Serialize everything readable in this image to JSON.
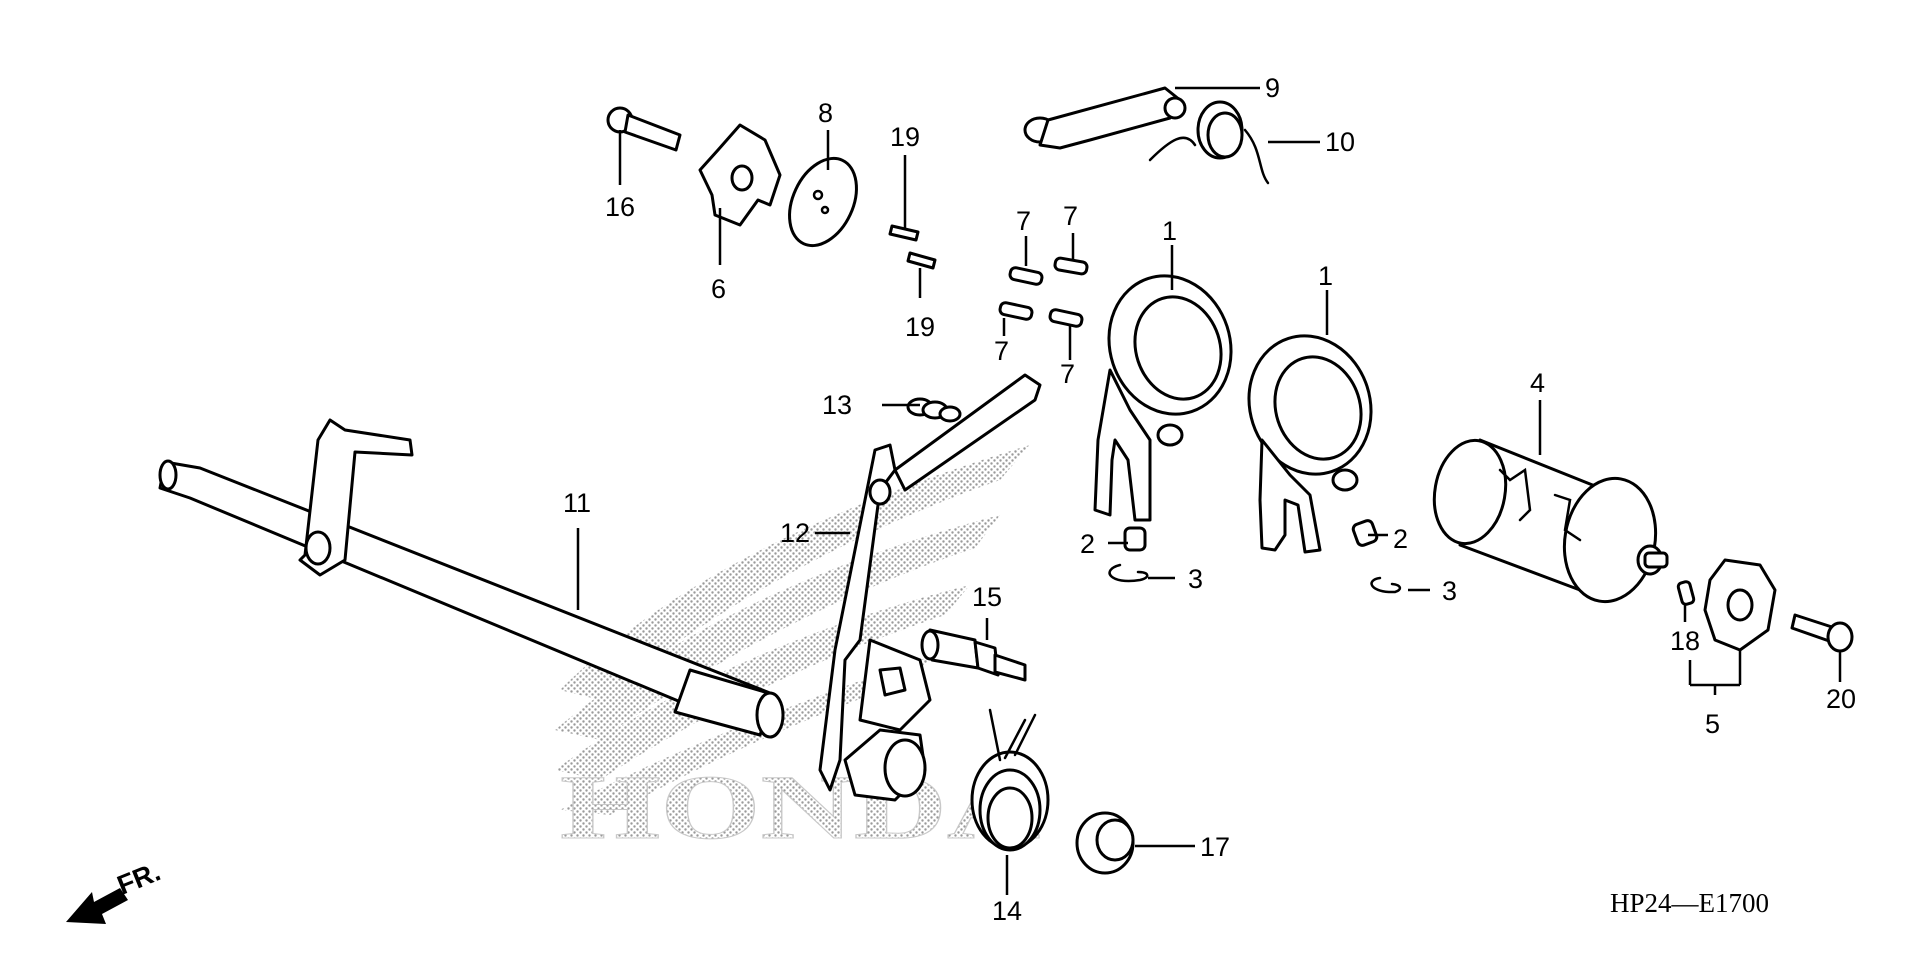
{
  "diagram": {
    "code": "HP24—E1700",
    "direction_label": "FR.",
    "watermark": "HONDA",
    "callouts": [
      {
        "id": "c1a",
        "label": "1"
      },
      {
        "id": "c1b",
        "label": "1"
      },
      {
        "id": "c2a",
        "label": "2"
      },
      {
        "id": "c2b",
        "label": "2"
      },
      {
        "id": "c3a",
        "label": "3"
      },
      {
        "id": "c3b",
        "label": "3"
      },
      {
        "id": "c4",
        "label": "4"
      },
      {
        "id": "c5",
        "label": "5"
      },
      {
        "id": "c6",
        "label": "6"
      },
      {
        "id": "c7a",
        "label": "7"
      },
      {
        "id": "c7b",
        "label": "7"
      },
      {
        "id": "c7c",
        "label": "7"
      },
      {
        "id": "c7d",
        "label": "7"
      },
      {
        "id": "c8",
        "label": "8"
      },
      {
        "id": "c9",
        "label": "9"
      },
      {
        "id": "c10",
        "label": "10"
      },
      {
        "id": "c11",
        "label": "11"
      },
      {
        "id": "c12",
        "label": "12"
      },
      {
        "id": "c13",
        "label": "13"
      },
      {
        "id": "c14",
        "label": "14"
      },
      {
        "id": "c15",
        "label": "15"
      },
      {
        "id": "c16",
        "label": "16"
      },
      {
        "id": "c17",
        "label": "17"
      },
      {
        "id": "c18",
        "label": "18"
      },
      {
        "id": "c19a",
        "label": "19"
      },
      {
        "id": "c19b",
        "label": "19"
      },
      {
        "id": "c20",
        "label": "20"
      }
    ]
  }
}
